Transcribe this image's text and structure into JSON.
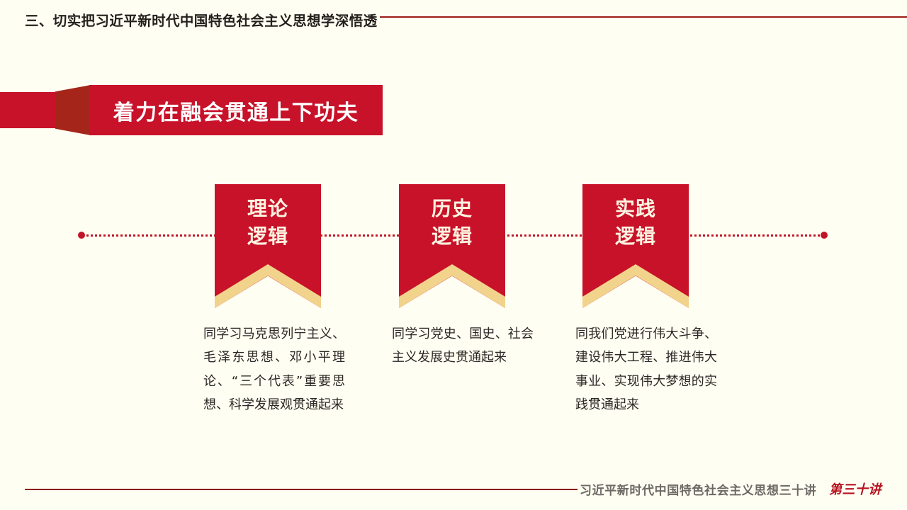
{
  "header": {
    "title": "三、切实把习近平新时代中国特色社会主义思想学深悟透"
  },
  "ribbon": {
    "title": "着力在融会贯通上下功夫"
  },
  "pennants": [
    {
      "label": "理论\n逻辑",
      "line1": "理论",
      "line2": "逻辑"
    },
    {
      "label": "历史\n逻辑",
      "line1": "历史",
      "line2": "逻辑"
    },
    {
      "label": "实践\n逻辑",
      "line1": "实践",
      "line2": "逻辑"
    }
  ],
  "descriptions": [
    "同学习马克思列宁主义、毛泽东思想、邓小平理论、“三个代表”重要思想、科学发展观贯通起来",
    "同学习党史、国史、社会主义发展史贯通起来",
    "同我们党进行伟大斗争、建设伟大工程、推进伟大事业、实现伟大梦想的实践贯通起来"
  ],
  "footer": {
    "series": "习近平新时代中国特色社会主义思想三十讲",
    "lecture": "第三十讲"
  },
  "colors": {
    "background": "#FFFEF2",
    "primary_red": "#C8122A",
    "dark_red": "#A5251B",
    "rule_red": "#9E1B16",
    "gold": "#F2D38C",
    "cream_text": "#FDF3E0",
    "body_text": "#2b2724",
    "footer_gray": "#6d6a66"
  }
}
